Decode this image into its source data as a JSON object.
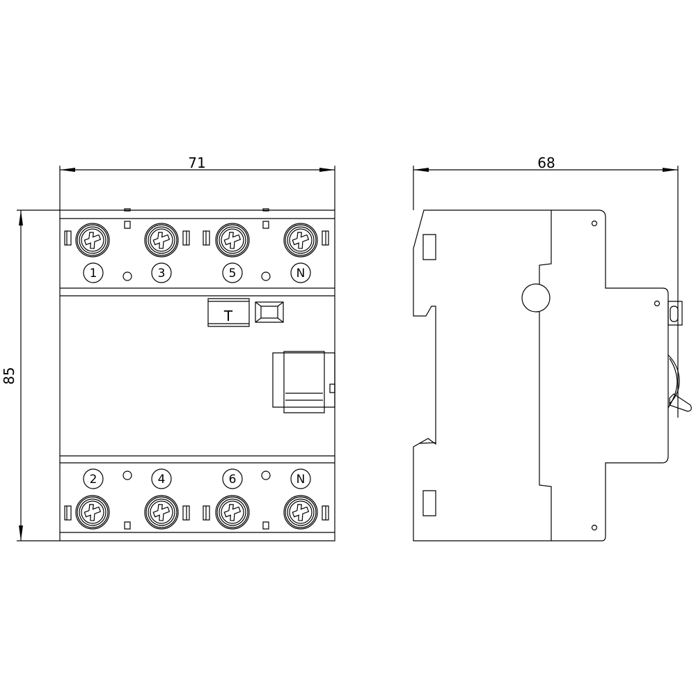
{
  "drawing": {
    "front_view": {
      "width_dimension": "71",
      "height_dimension": "85",
      "top_terminal_labels": [
        "1",
        "3",
        "5",
        "N"
      ],
      "bottom_terminal_labels": [
        "2",
        "4",
        "6",
        "N"
      ],
      "test_button_label": "T"
    },
    "side_view": {
      "depth_dimension": "68"
    }
  }
}
